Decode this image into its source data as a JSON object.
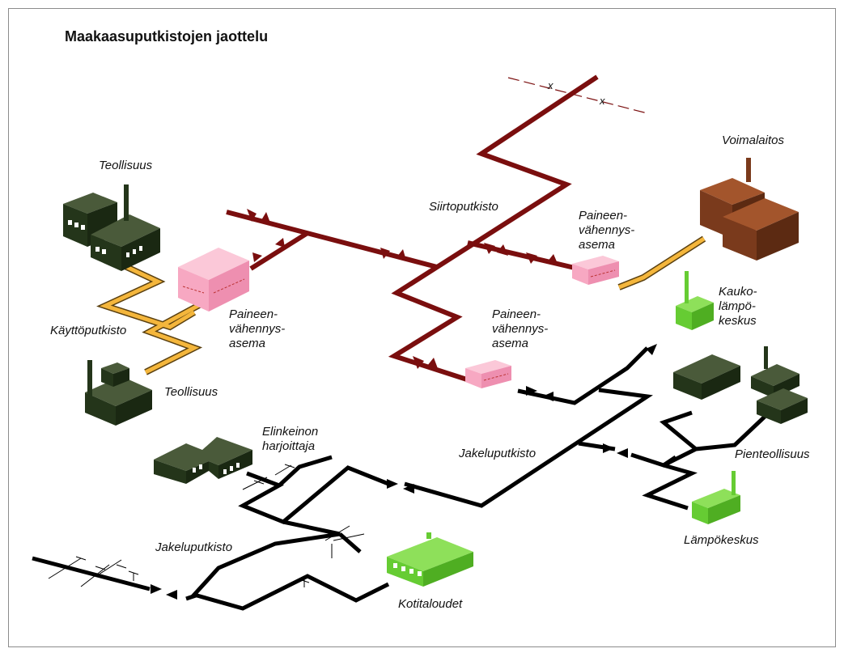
{
  "title": "Maakaasuputkistojen jaottelu",
  "colors": {
    "transmission": "#7a0e0e",
    "distribution": "#000000",
    "service": "#f4b63c",
    "industry": "#24351a",
    "power_plant": "#7a3a1c",
    "pressure_station": "#f7a8c2",
    "heat_center": "#66cc33"
  },
  "labels": {
    "teollisuus_top": "Teollisuus",
    "teollisuus_bottom": "Teollisuus",
    "kayttoputkisto": "Käyttöputkisto",
    "paineen_left": [
      "Paineen-",
      "vähennys-",
      "asema"
    ],
    "paineen_mid": [
      "Paineen-",
      "vähennys-",
      "asema"
    ],
    "paineen_right": [
      "Paineen-",
      "vähennys-",
      "asema"
    ],
    "siirtoputkisto": "Siirtoputkisto",
    "voimalaitos": "Voimalaitos",
    "kaukolampokeskus": [
      "Kauko-",
      "lämpö-",
      "keskus"
    ],
    "jakeluputkisto_mid": "Jakeluputkisto",
    "jakeluputkisto_left": "Jakeluputkisto",
    "elinkeinon": [
      "Elinkeinon",
      "harjoittaja"
    ],
    "pienteollisuus": "Pienteollisuus",
    "lampokeskus": "Lämpökeskus",
    "kotitaloudet": "Kotitaloudet",
    "cut_mark": "x"
  }
}
